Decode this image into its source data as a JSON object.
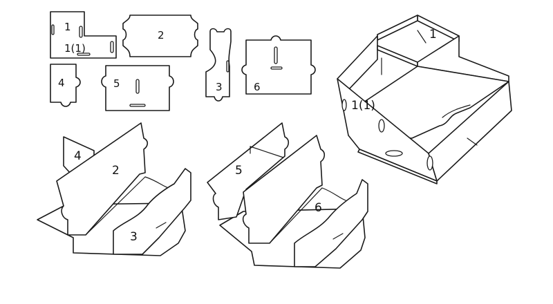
{
  "labels": {
    "part_1": "1",
    "part_1_1": "1(1)",
    "part_2": "2",
    "part_3": "3",
    "part_4": "4",
    "part_5": "5",
    "part_6": "6"
  }
}
